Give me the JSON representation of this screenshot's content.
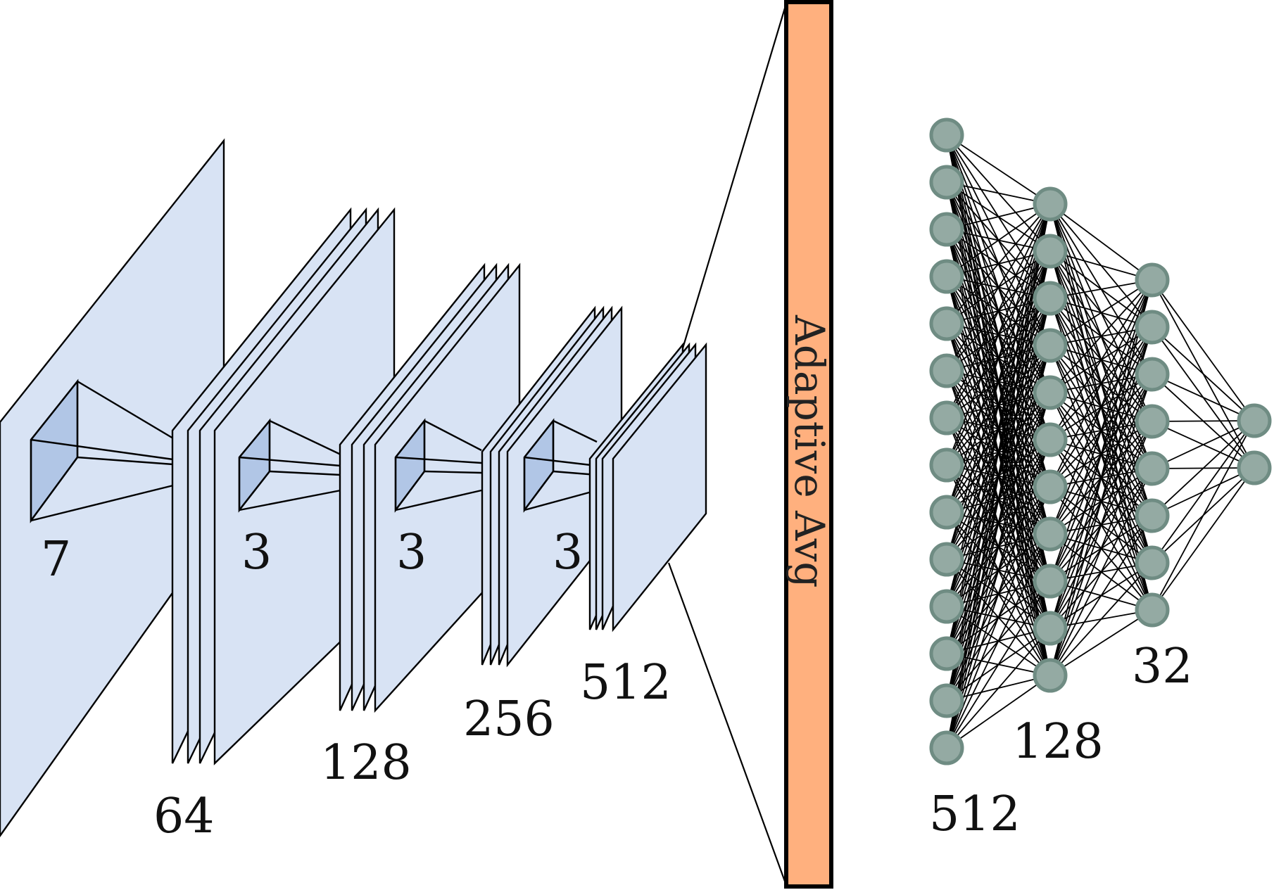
{
  "cnn": {
    "kernel_sizes": [
      "7",
      "3",
      "3",
      "3"
    ],
    "channel_labels": [
      "64",
      "128",
      "256",
      "512"
    ]
  },
  "pooling": {
    "label": "Adaptive Avg"
  },
  "mlp": {
    "layer_labels": [
      "512",
      "128",
      "32"
    ],
    "nodes_shown": [
      14,
      11,
      8,
      2
    ]
  },
  "colors": {
    "plane_fill": "#d8e3f4",
    "kernel_fill": "#b1c6e6",
    "pool_fill": "#ffb07e",
    "node_fill": "#94aaa3",
    "node_stroke": "#6f8c83"
  }
}
